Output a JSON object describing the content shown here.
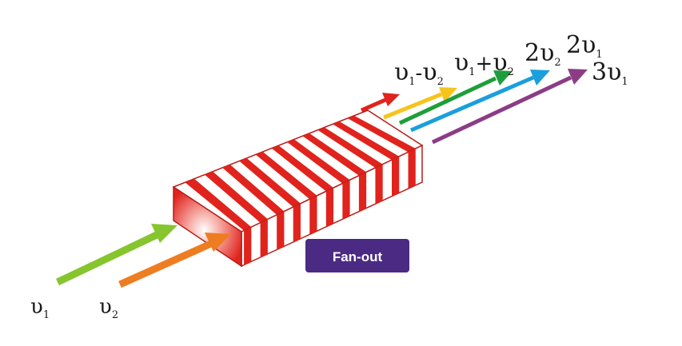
{
  "crystal": {
    "label": "Fan-out",
    "stripe_color": "#e0231c",
    "badge_color": "#4b2a83"
  },
  "inputs": [
    {
      "text": "υ",
      "sub": "1",
      "color": "#86c52e"
    },
    {
      "text": "υ",
      "sub": "2",
      "color": "#ee7d21"
    }
  ],
  "outputs": [
    {
      "text": "υ",
      "sub": "1",
      "op": "-",
      "text2": "υ",
      "sub2": "2",
      "color": "#e0231c"
    },
    {
      "text": "υ",
      "sub": "1",
      "op": "+",
      "text2": "υ",
      "sub2": "2",
      "color": "#f6c41b"
    },
    {
      "text": "2υ",
      "sub": "2",
      "color": "#1e9e3a"
    },
    {
      "text": "2υ",
      "sub": "1",
      "color": "#1a9fdc"
    },
    {
      "text": "3υ",
      "sub": "1",
      "color": "#8c3c85"
    }
  ]
}
